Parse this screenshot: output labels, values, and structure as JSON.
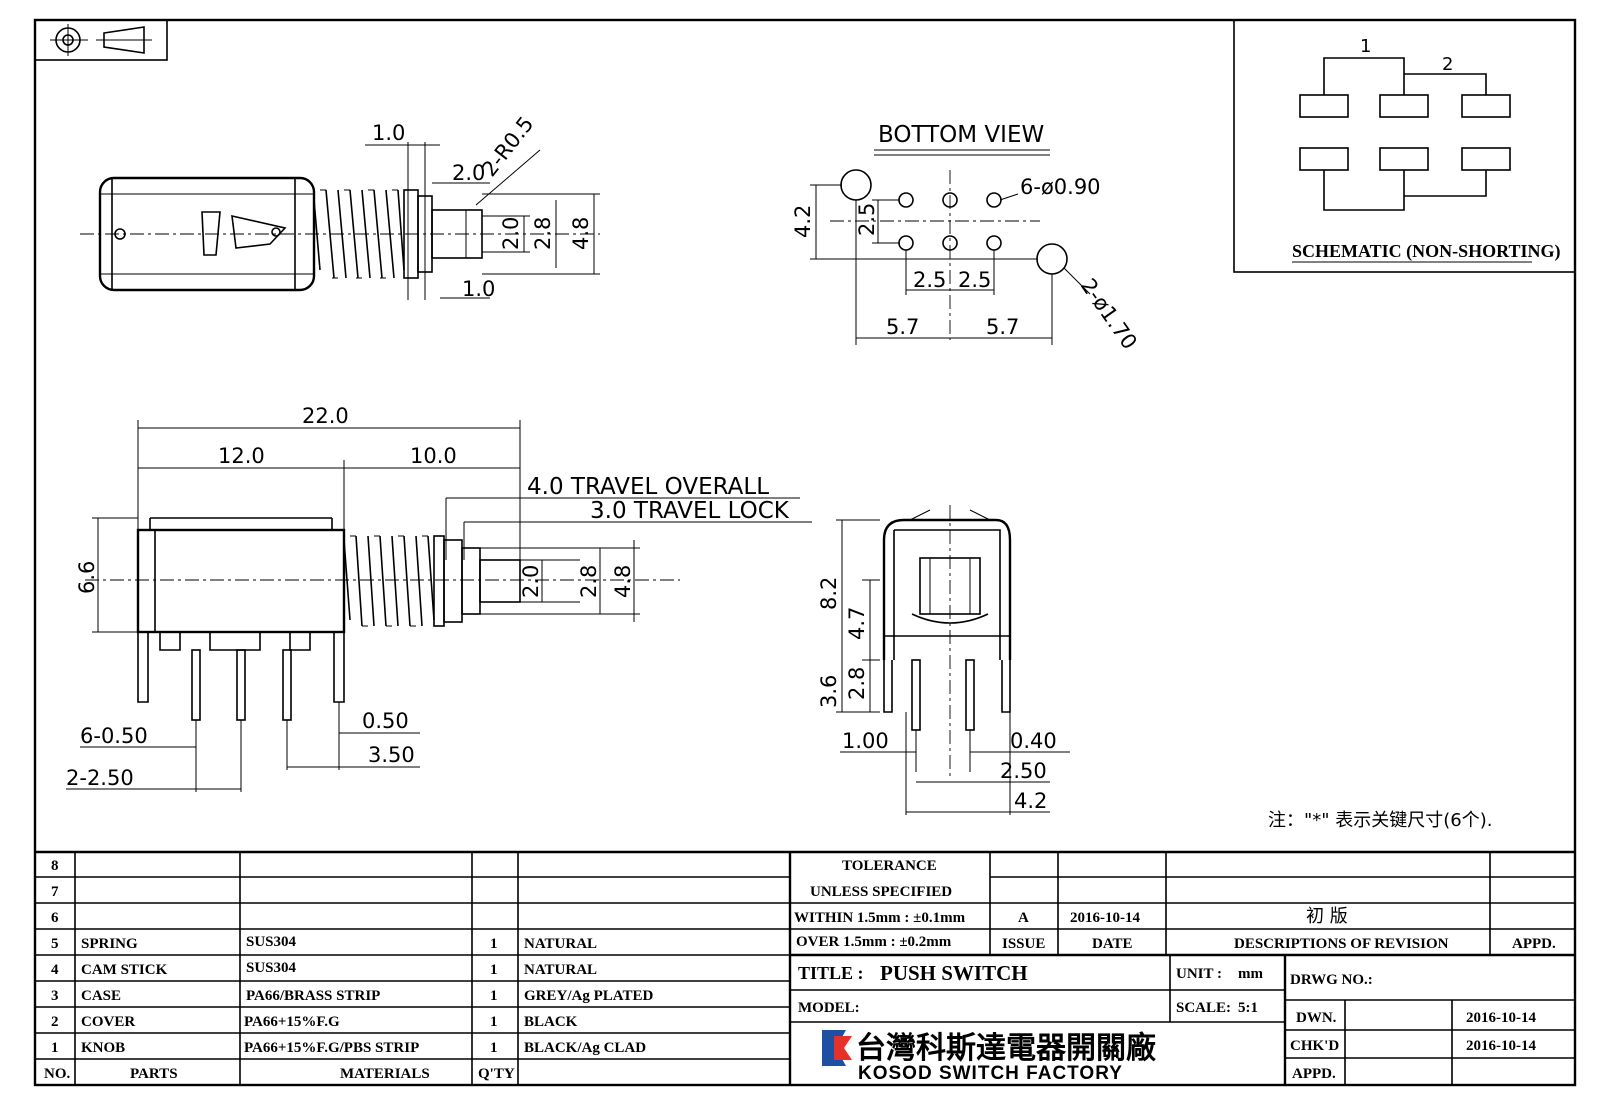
{
  "projection_symbol": "third-angle-projection-icon",
  "side_view": {
    "dim_top": "1.0",
    "dim_bottom": "1.0",
    "dim_2_0_top": "2.0",
    "radius": "2-R0.5",
    "dim_2_0": "2.0",
    "dim_2_8": "2.8",
    "dim_4_8": "4.8"
  },
  "bottom_view": {
    "title": "BOTTOM VIEW",
    "dim_4_2": "4.2",
    "dim_2_5_v": "2.5",
    "hole_small": "6-ø0.90",
    "hole_large": "2-ø1.70",
    "dim_2_5_a": "2.5",
    "dim_2_5_b": "2.5",
    "dim_5_7_a": "5.7",
    "dim_5_7_b": "5.7"
  },
  "schematic": {
    "pin1": "1",
    "pin2": "2",
    "label": "SCHEMATIC (NON-SHORTING)"
  },
  "front_view": {
    "dim_22": "22.0",
    "dim_12": "12.0",
    "dim_10": "10.0",
    "travel_overall": "4.0 TRAVEL OVERALL",
    "travel_lock": "3.0 TRAVEL LOCK",
    "dim_6_6": "6.6",
    "dim_2_0": "2.0",
    "dim_2_8": "2.8",
    "dim_4_8": "4.8",
    "pins_width": "6-0.50",
    "pins_pitch": "2-2.50",
    "dim_0_50": "0.50",
    "dim_3_50": "3.50"
  },
  "end_view": {
    "dim_8_2": "8.2",
    "dim_4_7": "4.7",
    "dim_2_8": "2.8",
    "dim_3_6": "3.6",
    "dim_1_00": "1.00",
    "dim_0_40": "0.40",
    "dim_2_50": "2.50",
    "dim_4_2": "4.2"
  },
  "note": "注：\"*\" 表示关键尺寸(6个).",
  "parts_table": {
    "empty_rows": [
      "8",
      "7",
      "6"
    ],
    "rows": [
      {
        "no": "5",
        "part": "SPRING",
        "material": "SUS304",
        "qty": "1",
        "finish": "NATURAL"
      },
      {
        "no": "4",
        "part": "CAM STICK",
        "material": "SUS304",
        "qty": "1",
        "finish": "NATURAL"
      },
      {
        "no": "3",
        "part": "CASE",
        "material": "PA66/BRASS STRIP",
        "qty": "1",
        "finish": "GREY/Ag PLATED"
      },
      {
        "no": "2",
        "part": "COVER",
        "material": "PA66+15%F.G",
        "qty": "1",
        "finish": "BLACK"
      },
      {
        "no": "1",
        "part": "KNOB",
        "material": "PA66+15%F.G/PBS STRIP",
        "qty": "1",
        "finish": "BLACK/Ag CLAD"
      }
    ],
    "headers": {
      "no": "NO.",
      "parts": "PARTS",
      "materials": "MATERIALS",
      "qty": "Q'TY"
    }
  },
  "tolerance": {
    "line1": "TOLERANCE",
    "line2": "UNLESS SPECIFIED",
    "line3": "WITHIN 1.5mm : ±0.1mm",
    "line4": "OVER 1.5mm : ±0.2mm"
  },
  "revision": {
    "issue": "A",
    "date": "2016-10-14",
    "description": "初 版",
    "col_issue": "ISSUE",
    "col_date": "DATE",
    "col_desc": "DESCRIPTIONS OF REVISION",
    "col_appd": "APPD."
  },
  "title_block": {
    "title_label": "TITLE :",
    "title": "PUSH SWITCH",
    "unit_label": "UNIT :",
    "unit": "mm",
    "drwg_no": "DRWG NO.:",
    "model_label": "MODEL:",
    "scale_label": "SCALE:",
    "scale": "5:1",
    "company_cn": "台灣科斯達電器開關廠",
    "company_en": "KOSOD SWITCH FACTORY",
    "dwn_label": "DWN.",
    "dwn_date": "2016-10-14",
    "chkd_label": "CHK'D",
    "chkd_date": "2016-10-14",
    "appd_label": "APPD."
  }
}
